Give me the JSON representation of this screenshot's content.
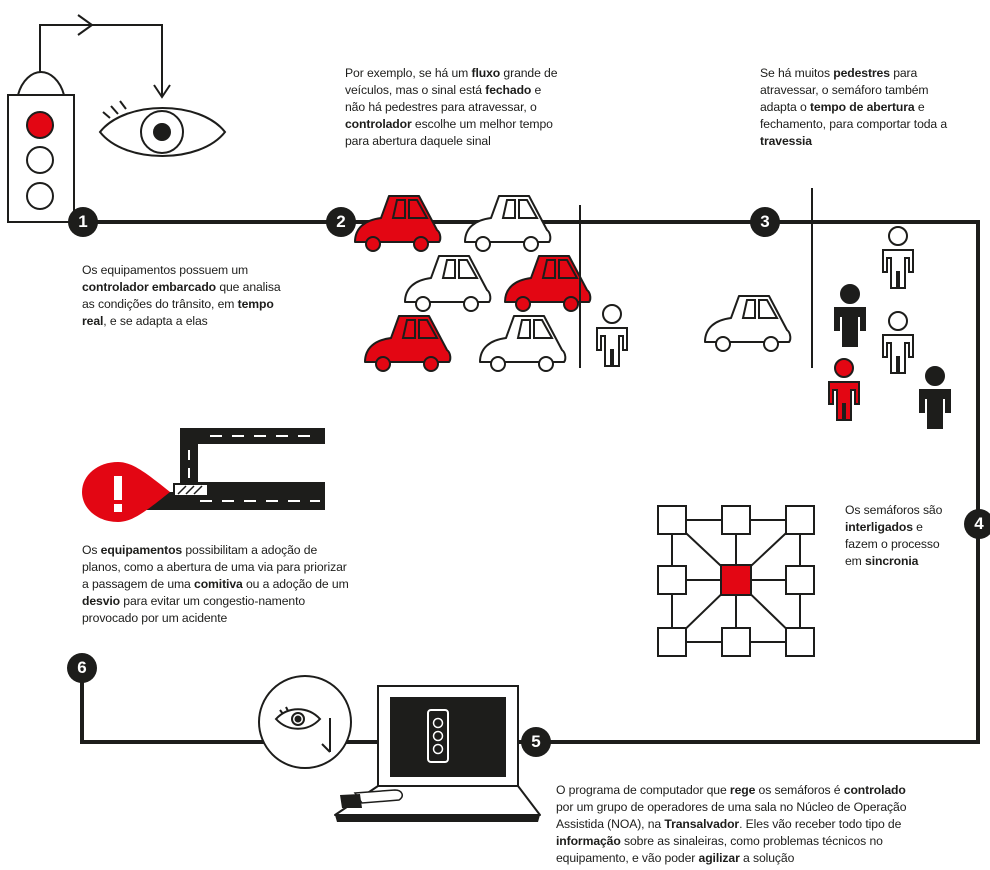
{
  "colors": {
    "red": "#e30613",
    "black": "#1d1d1b",
    "background": "#ffffff"
  },
  "steps": [
    {
      "number": "1",
      "text": [
        {
          "t": "Os equipamentos possuem um "
        },
        {
          "t": "controlador embarcado",
          "b": true
        },
        {
          "t": " que analisa as condições do trânsito, em "
        },
        {
          "t": "tempo real",
          "b": true
        },
        {
          "t": ", e se adapta a elas"
        }
      ]
    },
    {
      "number": "2",
      "text": [
        {
          "t": "Por exemplo, se há um "
        },
        {
          "t": "fluxo",
          "b": true
        },
        {
          "t": " grande de veículos, mas o sinal está "
        },
        {
          "t": "fechado",
          "b": true
        },
        {
          "t": " e não há pedestres para atravessar, o "
        },
        {
          "t": "controlador",
          "b": true
        },
        {
          "t": " escolhe um melhor tempo para abertura daquele sinal"
        }
      ]
    },
    {
      "number": "3",
      "text": [
        {
          "t": "Se há muitos "
        },
        {
          "t": "pedestres",
          "b": true
        },
        {
          "t": " para atravessar, o semáforo também adapta o "
        },
        {
          "t": "tempo de abertura",
          "b": true
        },
        {
          "t": " e fechamento, para comportar toda a "
        },
        {
          "t": "travessia",
          "b": true
        }
      ]
    },
    {
      "number": "4",
      "text": [
        {
          "t": "Os semáforos são "
        },
        {
          "t": "interligados",
          "b": true
        },
        {
          "t": " e fazem o processo em "
        },
        {
          "t": "sincronia",
          "b": true
        }
      ]
    },
    {
      "number": "5",
      "text": [
        {
          "t": "O programa de computador que "
        },
        {
          "t": "rege",
          "b": true
        },
        {
          "t": " os semáforos é "
        },
        {
          "t": "controlado",
          "b": true
        },
        {
          "t": " por um grupo de operadores de uma sala no Núcleo de Operação Assistida (NOA), na "
        },
        {
          "t": "Transalvador",
          "b": true
        },
        {
          "t": ". Eles vão receber todo tipo de "
        },
        {
          "t": "informação",
          "b": true
        },
        {
          "t": " sobre as sinaleiras, como problemas técnicos no equipamento, e vão poder "
        },
        {
          "t": "agilizar",
          "b": true
        },
        {
          "t": " a solução"
        }
      ]
    },
    {
      "number": "6",
      "text": [
        {
          "t": "Os "
        },
        {
          "t": "equipamentos",
          "b": true
        },
        {
          "t": " possibilitam a adoção de planos, como a abertura de uma via para priorizar a passagem de uma "
        },
        {
          "t": "comitiva",
          "b": true
        },
        {
          "t": " ou a adoção de um "
        },
        {
          "t": "desvio",
          "b": true
        },
        {
          "t": " para evitar um congestio-namento provocado por um acidente"
        }
      ]
    }
  ],
  "icons": [
    "traffic-light-icon",
    "eye-icon",
    "car-icon",
    "pedestrian-icon",
    "road-icon",
    "alert-icon",
    "network-grid-icon",
    "laptop-icon"
  ]
}
